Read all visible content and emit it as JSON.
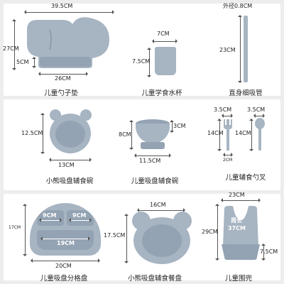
{
  "products": {
    "placemat": {
      "caption": "儿童勺子垫",
      "width": "39.5CM",
      "height": "27CM",
      "pocket": "5CM",
      "base": "26CM"
    },
    "cup": {
      "caption": "儿童学食水杯",
      "width": "7CM",
      "height": "7.5CM"
    },
    "straw": {
      "caption": "直身细吸管",
      "diameter": "外径0.8CM",
      "length": "23CM"
    },
    "bear_bowl": {
      "caption": "小熊吸盘辅食碗",
      "height": "12.5CM",
      "width": "13CM"
    },
    "suction_bowl": {
      "caption": "儿童吸盘辅食碗",
      "height": "8CM",
      "depth": "3CM",
      "width": "11.5CM"
    },
    "spoon_fork": {
      "caption": "儿童辅食勺叉",
      "fork_head": "3.5CM",
      "spoon_head": "3.5CM",
      "fork_length": "14CM",
      "spoon_length": "14CM",
      "handle": "2CM"
    },
    "divided_plate": {
      "caption": "儿童吸盘分格盘",
      "height": "17CM",
      "cell_left": "9CM",
      "cell_right": "9CM",
      "bottom_cell": "19CM",
      "width": "20CM"
    },
    "bear_plate": {
      "caption": "小熊吸盘辅食餐盘",
      "width": "16CM",
      "height": "17.5CM"
    },
    "bib": {
      "caption": "儿童围兜",
      "width": "23CM",
      "height": "29CM",
      "neck_label": "周长",
      "neck": "37CM",
      "pocket": "7.5CM"
    }
  },
  "colors": {
    "product": "#a7b4c2",
    "background": "#ededed",
    "panel": "#ffffff"
  }
}
